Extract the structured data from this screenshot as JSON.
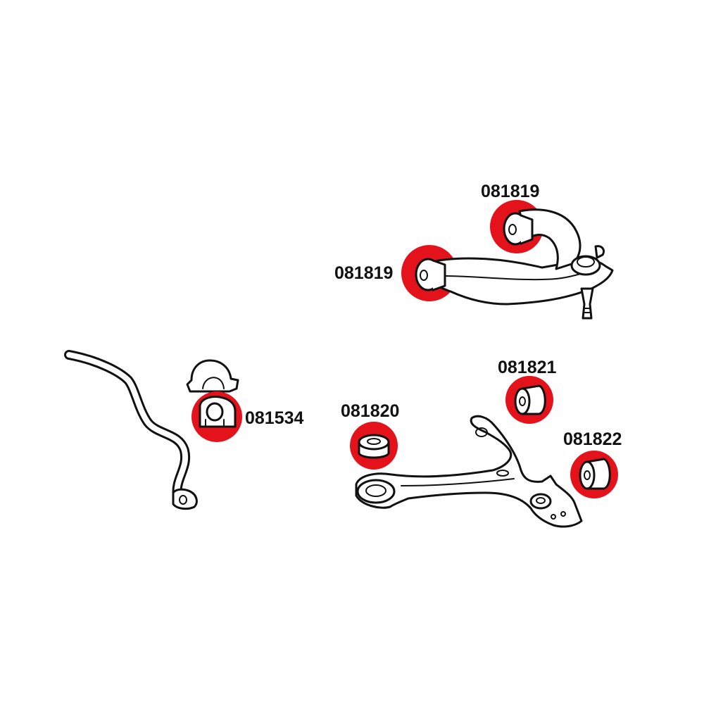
{
  "colors": {
    "highlight": "#e3121b",
    "line": "#111111",
    "background": "#ffffff"
  },
  "parts": {
    "upper_arm_rear": {
      "label": "081819"
    },
    "upper_arm_front": {
      "label": "081819"
    },
    "stabilizer": {
      "label": "081534"
    },
    "lower_arm_front": {
      "label": "081820"
    },
    "lower_arm_rear_upper": {
      "label": "081821"
    },
    "lower_arm_rear_lower": {
      "label": "081822"
    }
  }
}
